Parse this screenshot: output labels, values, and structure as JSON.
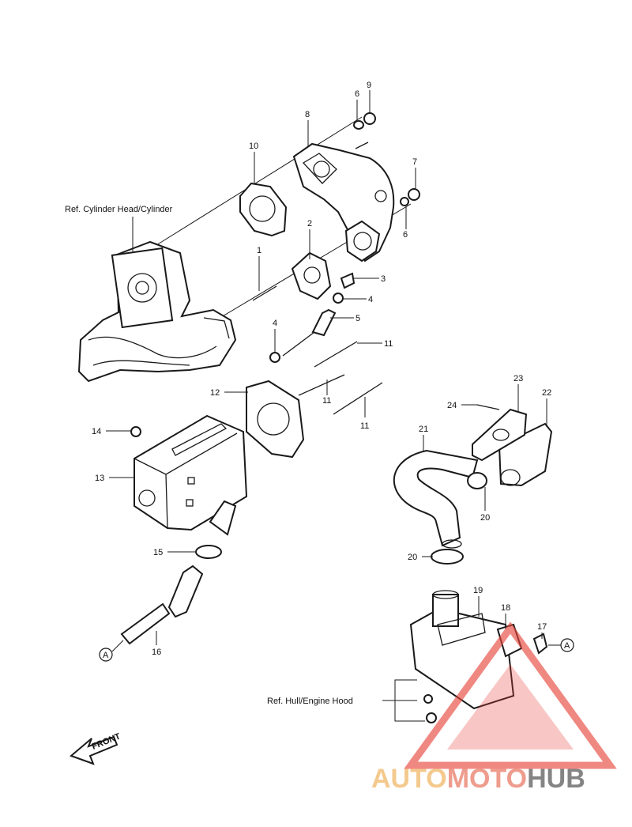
{
  "callouts": [
    "1",
    "2",
    "3",
    "4",
    "4",
    "5",
    "6",
    "6",
    "7",
    "8",
    "9",
    "10",
    "11",
    "11",
    "11",
    "12",
    "13",
    "14",
    "15",
    "16",
    "17",
    "18",
    "19",
    "20",
    "20",
    "21",
    "22",
    "23",
    "24"
  ],
  "references": {
    "cylinder": "Ref. Cylinder Head/Cylinder",
    "hull": "Ref. Hull/Engine Hood"
  },
  "connector_marks": [
    "A",
    "A"
  ],
  "front_arrow": "FRONT",
  "watermark": {
    "part1": "AUTO",
    "part2": "MOTO",
    "part3": "HUB",
    "colors": {
      "auto": "#f3c07a",
      "moto": "#ec8b7a",
      "hub": "#6f6f6f",
      "triangle": "#e8453c"
    },
    "icon": "warning-triangle-logo"
  }
}
